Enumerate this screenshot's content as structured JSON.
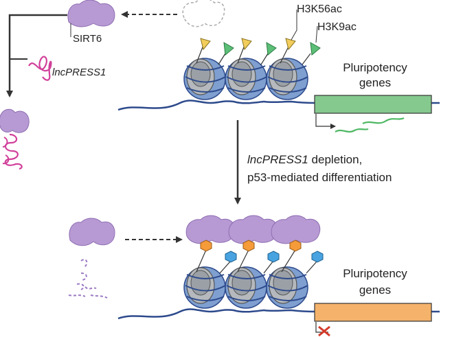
{
  "labels": {
    "sirt6": "SIRT6",
    "lncpress1": "lncPRESS1",
    "h3k56ac": "H3K56ac",
    "h3k9ac": "H3K9ac",
    "pluri_top_line1": "Pluripotency",
    "pluri_top_line2": "genes",
    "transition_line1_italic": "lncPRESS1",
    "transition_line1_rest": " depletion,",
    "transition_line2": "p53-mediated differentiation",
    "pluri_bottom_line1": "Pluripotency",
    "pluri_bottom_line2": "genes"
  },
  "colors": {
    "sirt6": "#b79ad3",
    "sirt6_stroke": "#8e6cb2",
    "lncrna": "#d1409a",
    "lncrna_fragment": "#9b79c4",
    "dna": "#2d4a8c",
    "nucleosome_gray": "#9aa0a6",
    "nucleosome_blue": "#7e9fd0",
    "h3k56ac_mark": "#f2cd5c",
    "h3k9ac_mark": "#5cbf77",
    "gene_active": "#85c98f",
    "gene_silenced": "#f4b26b",
    "transcript": "#4db863",
    "orange_mark": "#f59b3a",
    "blue_mark": "#48a3e0",
    "block_x": "#d43a2a",
    "arrow": "#333333"
  },
  "icons": {
    "repression": "red-x-icon"
  }
}
